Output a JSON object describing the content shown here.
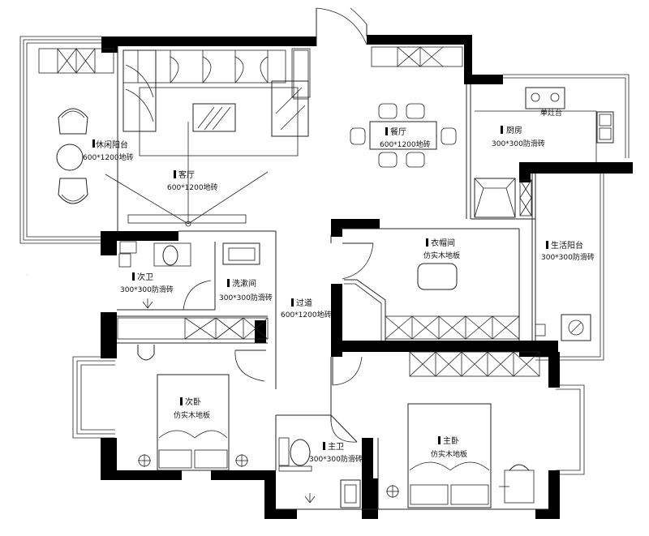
{
  "rooms": {
    "leisure_balcony": {
      "name": "休闲阳台",
      "spec": "600*1200地砖"
    },
    "dining": {
      "name": "餐厅",
      "spec": "600*1200地砖"
    },
    "kitchen": {
      "name": "厨房",
      "spec": "300*300防滑砖"
    },
    "living": {
      "name": "客厅",
      "spec": "600*1200地砖"
    },
    "cloakroom": {
      "name": "衣帽间",
      "spec": "仿实木地板"
    },
    "service_balcony": {
      "name": "生活阳台",
      "spec": "300*300防滑砖"
    },
    "second_bath": {
      "name": "次卫",
      "spec": "300*300防滑砖"
    },
    "washroom": {
      "name": "洗漱间",
      "spec": "300*300防滑砖"
    },
    "corridor": {
      "name": "过道",
      "spec": "600*1200地砖"
    },
    "second_bedroom": {
      "name": "次卧",
      "spec": "仿实木地板"
    },
    "master_bath": {
      "name": "主卫",
      "spec": "300*300防滑砖"
    },
    "master_bedroom": {
      "name": "主卧",
      "spec": "仿实木地板"
    }
  },
  "fixtures": {
    "stove_label": "单灶台"
  },
  "colors": {
    "wall": "#000000",
    "line": "#222222",
    "background": "#ffffff"
  }
}
